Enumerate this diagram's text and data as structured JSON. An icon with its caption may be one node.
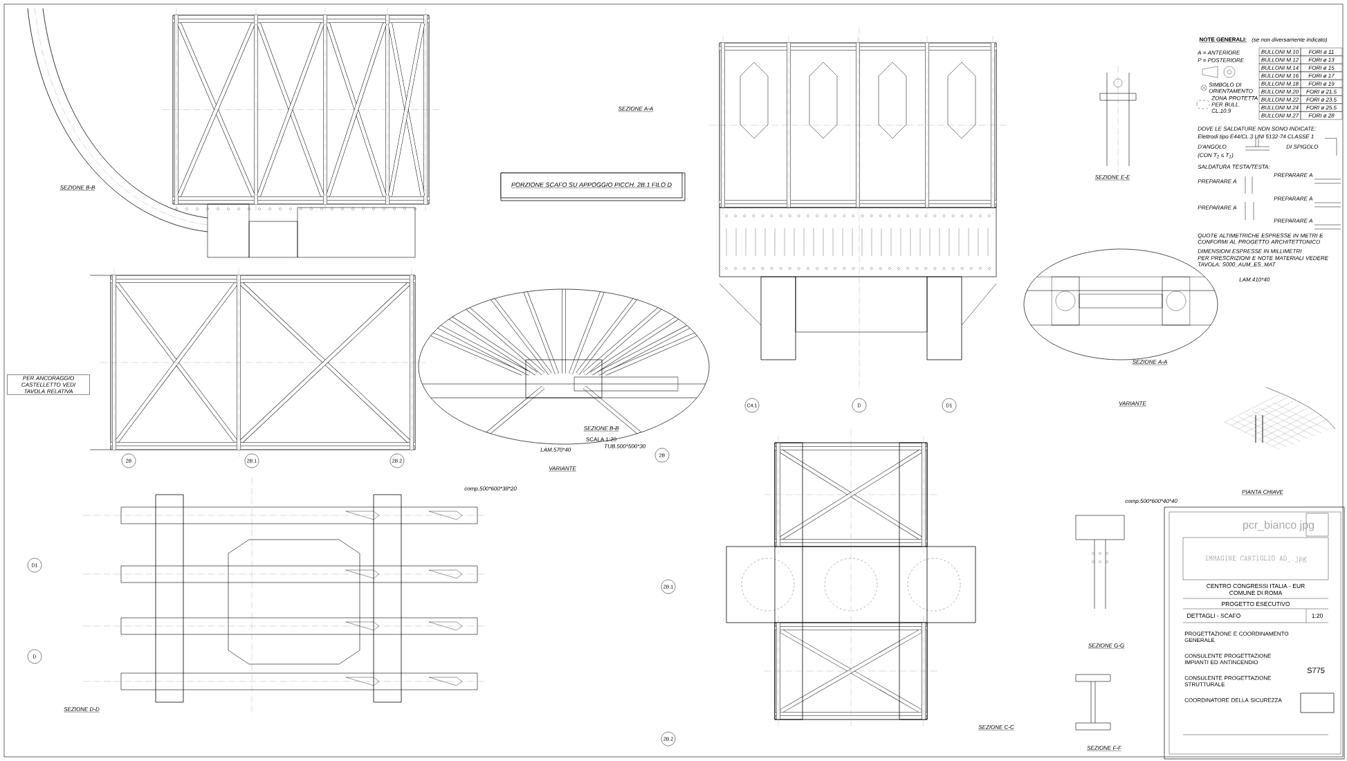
{
  "diagram": {
    "nodes": [
      {
        "text": [
          "PORZIONE SCAFO SU APPOGGIO PICCH. 2B.1 FILO D"
        ]
      },
      {
        "text": [
          "PER ANCORAGGIO CASTELLETTO VEDI TAVOLA RELATIVA"
        ]
      }
    ],
    "labels": [
      "NOTE GENERALI:",
      "(se non diversamente indicato)",
      "A = ANTERIORE",
      "P = POSTERIORE",
      "SIMBOLO DI ORIENTAMENTO",
      "ZONA PROTETTA PER BULL. CL.10.9",
      "BULLONI M.10",
      "FORI ø 11",
      "BULLONI M.12",
      "FORI ø 13",
      "BULLONI M.14",
      "FORI ø 15",
      "BULLONI M.16",
      "FORI ø 17",
      "BULLONI M.18",
      "FORI ø 19",
      "BULLONI M.20",
      "FORI ø 21.5",
      "BULLONI M.22",
      "FORI ø 23.5",
      "BULLONI M.24",
      "FORI ø 25.5",
      "BULLONI M.27",
      "FORI ø 28",
      "DOVE LE SALDATURE NON SONO INDICATE:",
      "Elettrodi tipo E44/CL.3 UNI 5132-74 CLASSE 1",
      "D'ANGOLO",
      "(CON T$_{2}$ ≤ T$_{1}$)",
      "DI SPIGOLO",
      "SALDATURA TESTA/TESTA:",
      "PREPARARE A",
      "PREPARARE A",
      "PREPARARE A",
      "PREPARARE A",
      "PREPARARE A",
      "QUOTE ALTIMETRICHE ESPRESSE IN METRI E CONFORMI AL PROGETTO ARCHITETTONICO",
      "DIMENSIONI ESPRESSE IN MILLIMETRI",
      "PER PRESCRIZIONI E NOTE MATERIALI VEDERE TAVOLA: S000_AUM_ES_MAT",
      "SEZIONE B-B",
      "SEZIONE A-A",
      "SEZIONE E-E",
      "SEZIONE A-A",
      "VARIANTE",
      "SEZIONE B-B",
      "SCALA 1:20",
      "VARIANTE",
      "PIANTA CHIAVE",
      "SEZIONE D-D",
      "SEZIONE C-C",
      "SEZIONE G-G",
      "SEZIONE F-F",
      "2B",
      "2B.1",
      "2B.2",
      "2B",
      "C4.1",
      "D",
      "D1",
      "D1",
      "D",
      "2B.1",
      "2B.2",
      "pcr_bianco jpg",
      "IMMAGINE CARTIGLIO AD_.jpg",
      "CENTRO CONGRESSI ITALIA - EUR",
      "COMUNE DI ROMA",
      "PROGETTO ESECUTIVO",
      "DETTAGLI - SCAFO",
      "1:20",
      "S775",
      "PROGETTAZIONE E COORDINAMENTO GENERALE",
      "CONSULENTE PROGETTAZIONE IMPIANTI ED ANTINCENDIO",
      "CONSULENTE PROGETTAZIONE STRUTTURALE",
      "COORDINATORE DELLA SICUREZZA",
      "LAM.410*40",
      "comp.500*600*40*40",
      "LAM.570*40",
      "TUB.500*500*30",
      "comp.500*600*38*20"
    ]
  }
}
